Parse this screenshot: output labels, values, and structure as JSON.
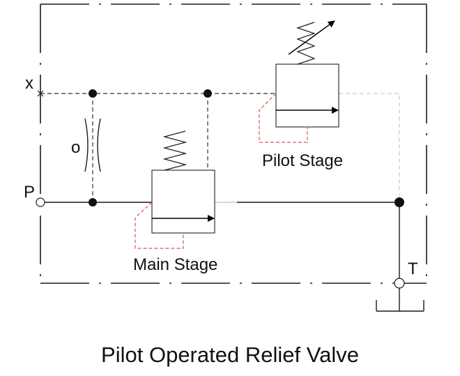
{
  "diagram": {
    "caption": "Pilot Operated Relief Valve",
    "ports": {
      "x": "x",
      "p": "P",
      "t": "T"
    },
    "orifice_label": "o",
    "stages": {
      "main": "Main Stage",
      "pilot": "Pilot Stage"
    },
    "colors": {
      "line": "#1a1a1a",
      "drain": "#e0524f",
      "faint": "#c8c8c8"
    }
  }
}
